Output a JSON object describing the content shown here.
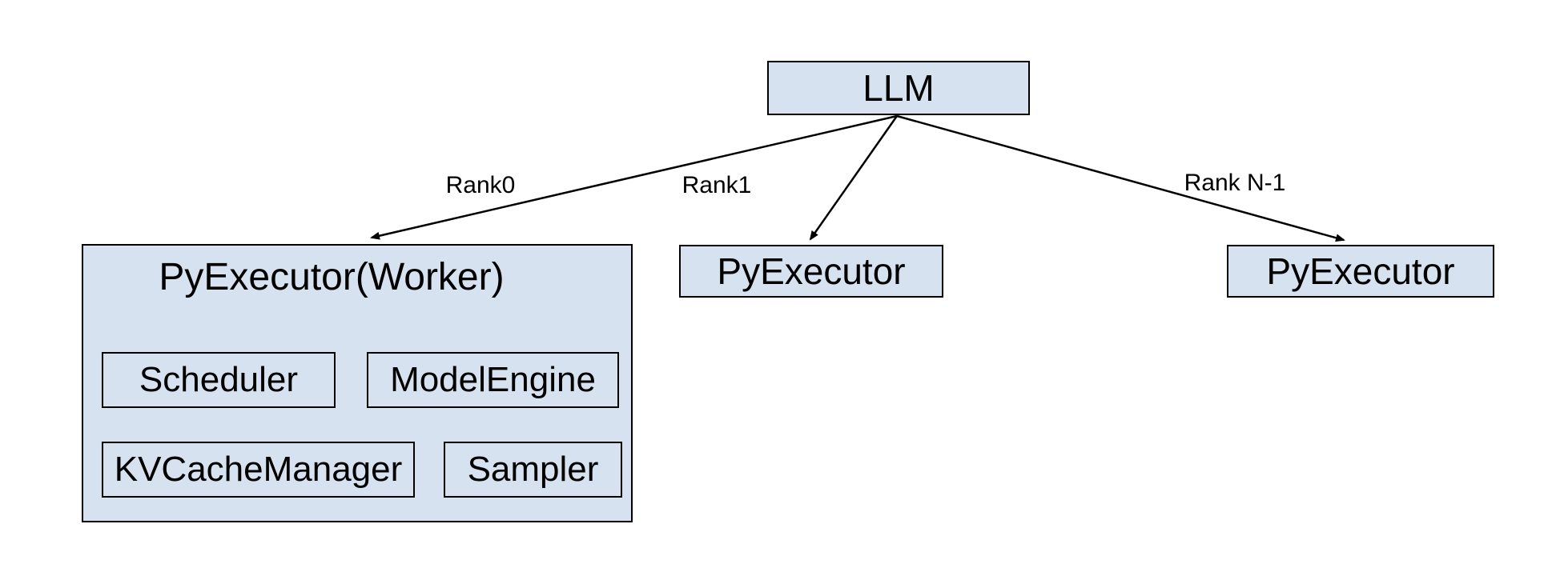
{
  "colors": {
    "box_fill": "#d7e2f1",
    "box_border": "#000000",
    "text": "#000000",
    "background": "#ffffff"
  },
  "diagram": {
    "root": {
      "label": "LLM"
    },
    "edges": [
      {
        "label": "Rank0",
        "from": "LLM",
        "to": "PyExecutor(Worker)"
      },
      {
        "label": "Rank1",
        "from": "LLM",
        "to": "PyExecutor"
      },
      {
        "label": "Rank N-1",
        "from": "LLM",
        "to": "PyExecutor"
      }
    ],
    "nodes": {
      "worker": {
        "label": "PyExecutor(Worker)",
        "components": [
          {
            "label": "Scheduler"
          },
          {
            "label": "ModelEngine"
          },
          {
            "label": "KVCacheManager"
          },
          {
            "label": "Sampler"
          }
        ]
      },
      "rank1": {
        "label": "PyExecutor"
      },
      "rankn": {
        "label": "PyExecutor"
      }
    }
  }
}
